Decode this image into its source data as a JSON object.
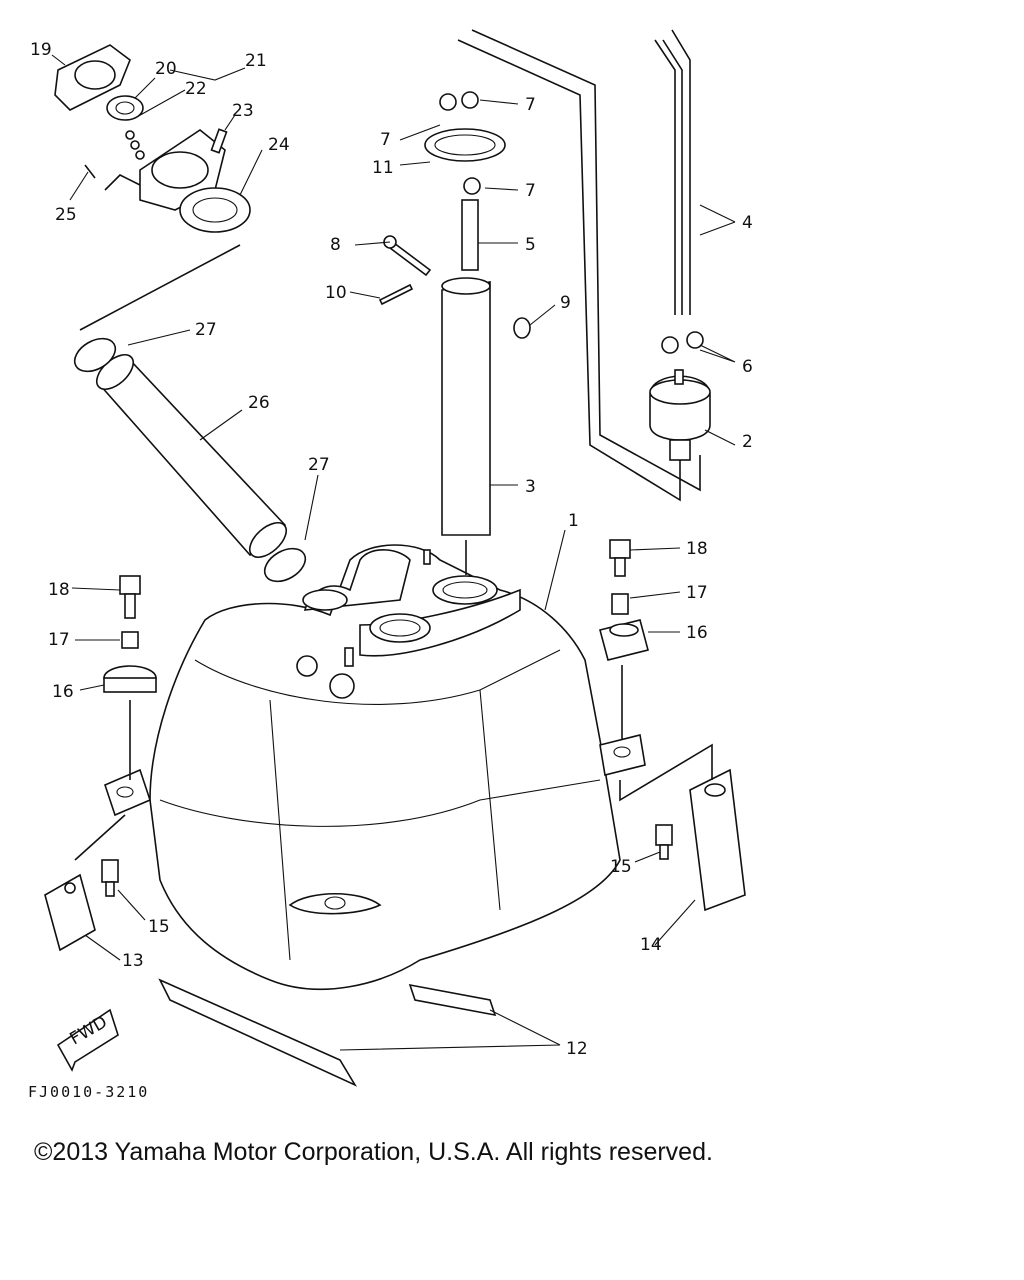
{
  "labels": {
    "p1": "1",
    "p2": "2",
    "p3": "3",
    "p4": "4",
    "p5": "5",
    "p6": "6",
    "p7a": "7",
    "p7b": "7",
    "p7c": "7",
    "p8": "8",
    "p9": "9",
    "p10": "10",
    "p11": "11",
    "p12": "12",
    "p13": "13",
    "p14": "14",
    "p15a": "15",
    "p15b": "15",
    "p16a": "16",
    "p16b": "16",
    "p17a": "17",
    "p17b": "17",
    "p18a": "18",
    "p18b": "18",
    "p19": "19",
    "p20": "20",
    "p21": "21",
    "p22": "22",
    "p23": "23",
    "p24": "24",
    "p25": "25",
    "p26": "26",
    "p27a": "27",
    "p27b": "27"
  },
  "fwd": "FWD",
  "diagram_code": "FJ0010-3210",
  "copyright": "©2013 Yamaha Motor Corporation, U.S.A. All rights reserved."
}
